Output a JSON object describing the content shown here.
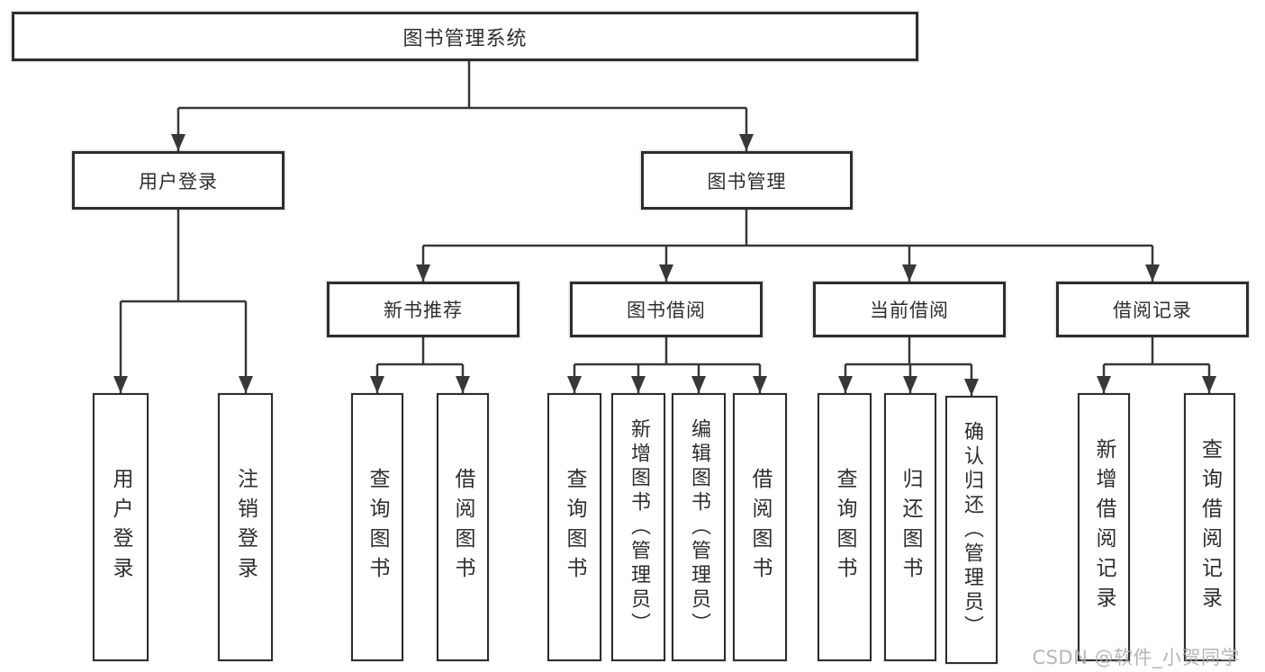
{
  "diagram_title": "图书管理系统",
  "nodes": {
    "root": "图书管理系统",
    "user_login": "用户登录",
    "book_mgmt": "图书管理",
    "new_recommend": "新书推荐",
    "book_borrow": "图书借阅",
    "current_borrow": "当前借阅",
    "borrow_records": "借阅记录",
    "leaf_user_login": "用户登录",
    "leaf_logout": "注销登录",
    "leaf_nb_query": "查询图书",
    "leaf_nb_borrow": "借阅图书",
    "leaf_bb_query": "查询图书",
    "leaf_bb_add": "新增图书（管理员）",
    "leaf_bb_edit": "编辑图书（管理员）",
    "leaf_bb_borrow": "借阅图书",
    "leaf_cb_query": "查询图书",
    "leaf_cb_return": "归还图书",
    "leaf_cb_confirm": "确认归还（管理员）",
    "leaf_br_add": "新增借阅记录",
    "leaf_br_query": "查询借阅记录"
  },
  "watermark": "CSDN @软件_小贺同学",
  "colors": {
    "line": "#383838",
    "border": "#2d2d2d",
    "text": "#2e2e2e",
    "watermark": "#b2a6a6",
    "background": "#ffffff"
  }
}
